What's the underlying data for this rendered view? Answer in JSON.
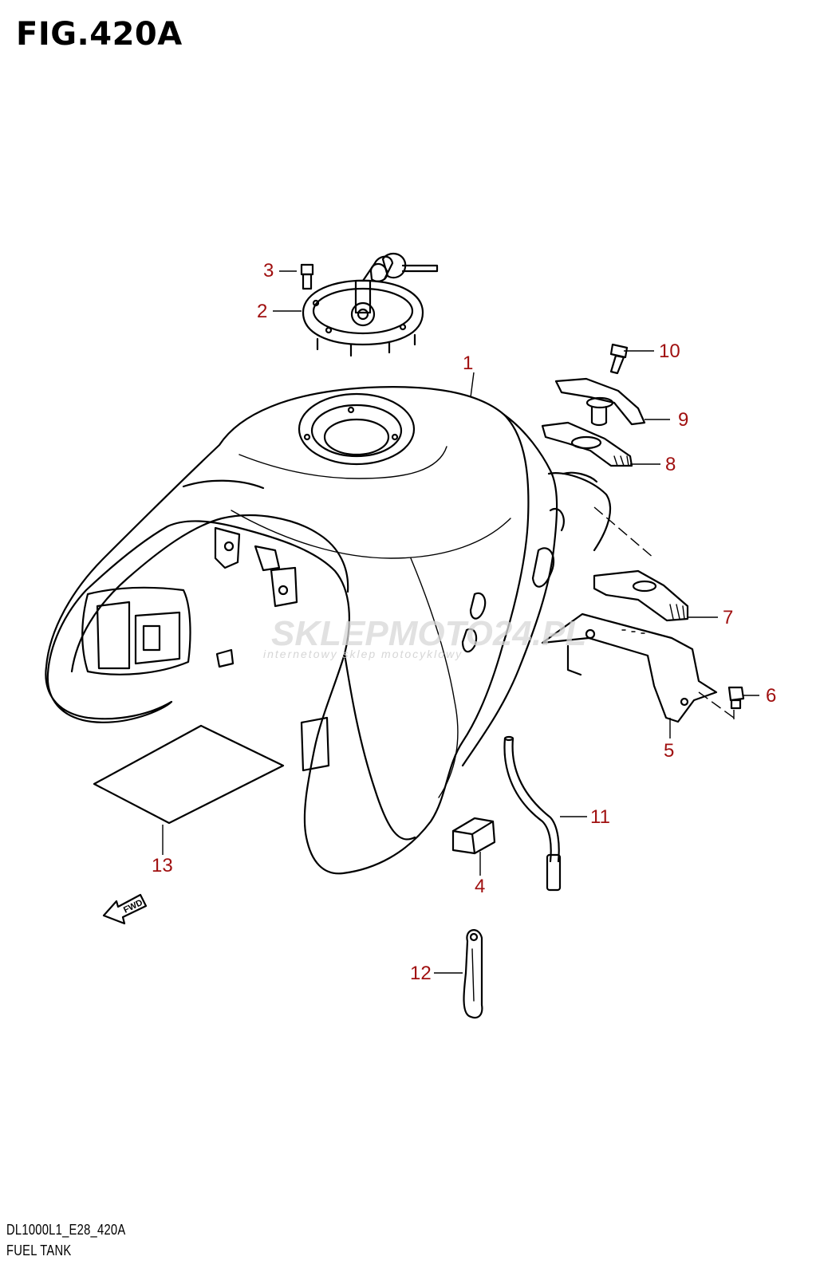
{
  "figure": {
    "title": "FIG.420A",
    "code": "DL1000L1_E28_420A",
    "section": "FUEL TANK"
  },
  "callouts": [
    {
      "id": "1",
      "label": "1"
    },
    {
      "id": "2",
      "label": "2"
    },
    {
      "id": "3",
      "label": "3"
    },
    {
      "id": "4",
      "label": "4"
    },
    {
      "id": "5",
      "label": "5"
    },
    {
      "id": "6",
      "label": "6"
    },
    {
      "id": "7",
      "label": "7"
    },
    {
      "id": "8",
      "label": "8"
    },
    {
      "id": "9",
      "label": "9"
    },
    {
      "id": "10",
      "label": "10"
    },
    {
      "id": "11",
      "label": "11"
    },
    {
      "id": "12",
      "label": "12"
    },
    {
      "id": "13",
      "label": "13"
    }
  ],
  "direction_arrow": {
    "label": "FWD",
    "icon": "forward-arrow-icon"
  },
  "watermark": {
    "brand": "SKLEPMOTO24.PL",
    "tagline": "internetowy sklep motocyklowy"
  },
  "colors": {
    "callout": "#a01010",
    "line": "#000000",
    "watermark": "#d7d7d7"
  }
}
